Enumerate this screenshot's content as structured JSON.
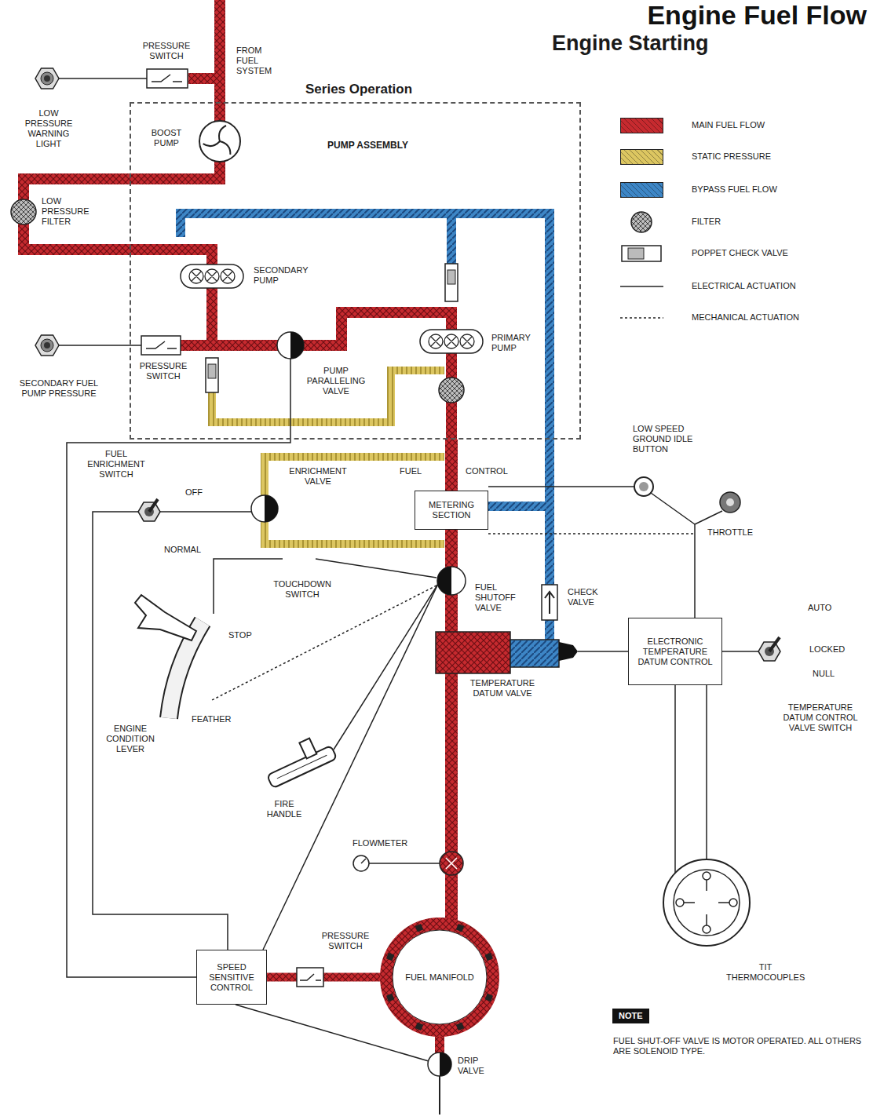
{
  "diagram": {
    "title": "Engine Fuel Flow",
    "nodes": [
      {
        "text": [
          "PUMP ASSEMBLY"
        ]
      },
      {
        "text": [
          "METERING SECTION"
        ]
      },
      {
        "text": [
          "ELECTRONIC TEMPERATURE DATUM CONTROL"
        ]
      },
      {
        "text": [
          "SPEED SENSITIVE CONTROL"
        ]
      },
      {
        "text": [
          "FUEL MANIFOLD"
        ]
      }
    ],
    "edges": [
      {
        "from": 0,
        "to": 1,
        "arrow": "none"
      },
      {
        "from": 1,
        "to": 4,
        "arrow": "none"
      },
      {
        "from": 3,
        "to": 4,
        "arrow": "none"
      }
    ],
    "labels": [
      "PRESSURE SWITCH",
      "FROM FUEL SYSTEM",
      "Series Operation",
      "LOW PRESSURE WARNING LIGHT",
      "BOOST PUMP",
      "LOW PRESSURE FILTER",
      "SECONDARY PUMP",
      "PRIMARY PUMP",
      "PRESSURE SWITCH",
      "SECONDARY FUEL PUMP PRESSURE",
      "PUMP PARALLELING VALVE",
      "FUEL ENRICHMENT SWITCH",
      "OFF",
      "NORMAL",
      "ENRICHMENT VALVE",
      "FUEL",
      "CONTROL",
      "LOW SPEED GROUND IDLE BUTTON",
      "THROTTLE",
      "TOUCHDOWN SWITCH",
      "STOP",
      "FUEL SHUTOFF VALVE",
      "CHECK VALVE",
      "AUTO",
      "LOCKED",
      "NULL",
      "TEMPERATURE DATUM VALVE",
      "TEMPERATURE DATUM CONTROL VALVE SWITCH",
      "FEATHER",
      "ENGINE CONDITION LEVER",
      "FIRE HANDLE",
      "FLOWMETER",
      "PRESSURE SWITCH",
      "TIT THERMOCOUPLES",
      "NOTE",
      "FUEL SHUT-OFF VALVE IS MOTOR OPERATED. ALL OTHERS ARE SOLENOID TYPE.",
      "DRIP VALVE",
      "Engine Starting"
    ],
    "legend": [
      {
        "text": "MAIN FUEL FLOW",
        "color": "#c62a2f"
      },
      {
        "text": "STATIC PRESSURE",
        "color": "#dcc661"
      },
      {
        "text": "BYPASS FUEL FLOW",
        "color": "#3d86c6"
      },
      {
        "text": "FILTER"
      },
      {
        "text": "POPPET CHECK VALVE"
      },
      {
        "text": "ELECTRICAL ACTUATION"
      },
      {
        "text": "MECHANICAL ACTUATION"
      }
    ]
  }
}
